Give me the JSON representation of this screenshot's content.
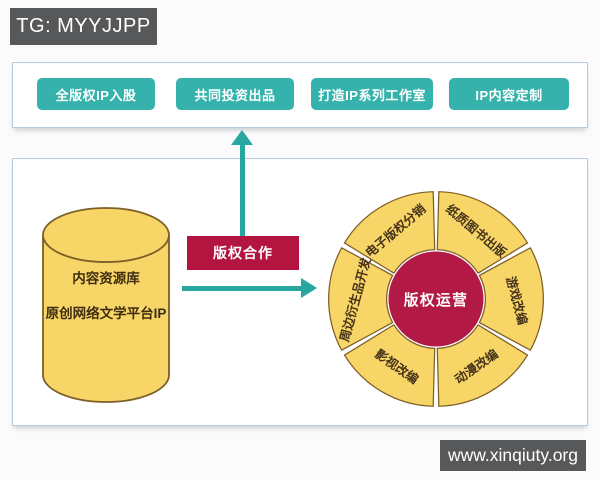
{
  "page": {
    "watermark_top": "TG: MYYJJPP",
    "watermark_bottom": "www.xinqiuty.org"
  },
  "cooperation_modes": {
    "items": [
      {
        "label": "全版权IP入股"
      },
      {
        "label": "共同投资出品"
      },
      {
        "label": "打造IP系列工作室"
      },
      {
        "label": "IP内容定制"
      }
    ]
  },
  "source_db": {
    "line1": "内容资源库",
    "line2": "原创网络文学平台IP"
  },
  "link_node": {
    "label": "版权合作"
  },
  "donut": {
    "center_label": "版权运营",
    "segments": [
      {
        "label": "纸质图书出版"
      },
      {
        "label": "游戏改编"
      },
      {
        "label": "动漫改编"
      },
      {
        "label": "影视改编"
      },
      {
        "label": "周边衍生品开发"
      },
      {
        "label": "电子版权分销"
      }
    ]
  },
  "colors": {
    "teal": "#34b2ab",
    "teal_arrow": "#28a7a1",
    "crimson_box": "#b31540",
    "crimson_circle": "#b21945",
    "segment_yellow": "#f7d566",
    "segment_outline": "#7d5f27",
    "badge_gray": "#57585a",
    "panel_border": "#b9cada"
  }
}
